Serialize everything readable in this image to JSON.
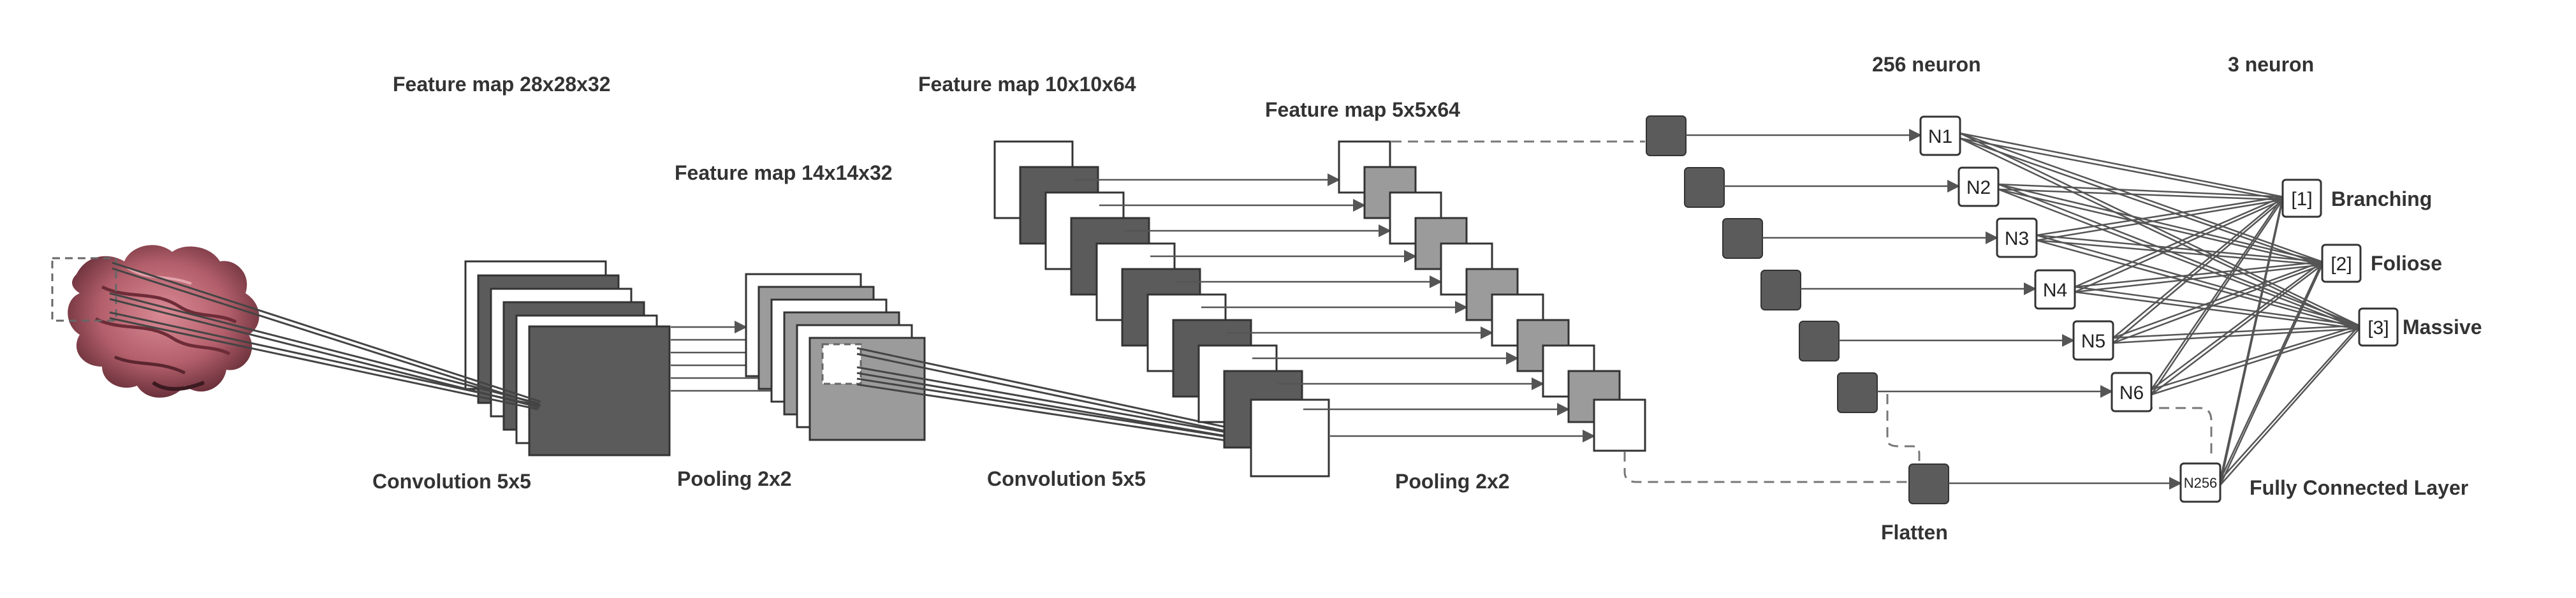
{
  "labels": {
    "fm1": "Feature map 28x28x32",
    "fm2": "Feature map 14x14x32",
    "fm3": "Feature map 10x10x64",
    "fm4": "Feature map 5x5x64",
    "conv1": "Convolution 5x5",
    "pool1": "Pooling 2x2",
    "conv2": "Convolution 5x5",
    "pool2": "Pooling 2x2",
    "flatten": "Flatten",
    "hidden": "256 neuron",
    "output": "3 neuron",
    "fc": "Fully Connected Layer"
  },
  "hidden_nodes": [
    "N1",
    "N2",
    "N3",
    "N4",
    "N5",
    "N6",
    "N256"
  ],
  "output_nodes": [
    {
      "index": "[1]",
      "name": "Branching"
    },
    {
      "index": "[2]",
      "name": "Foliose"
    },
    {
      "index": "[3]",
      "name": "Massive"
    }
  ],
  "colors": {
    "dark": "#5b5b5b",
    "mid": "#9b9b9b",
    "light": "#ffffff",
    "stroke": "#333333",
    "line": "#555555",
    "dashed": "#777777",
    "coral": "#b4606c"
  }
}
